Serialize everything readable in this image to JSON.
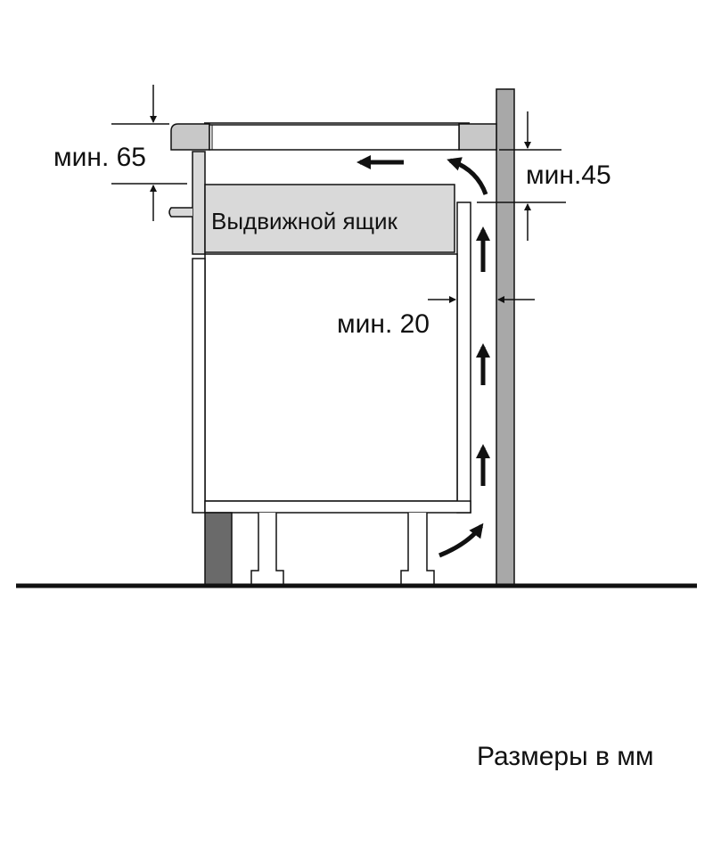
{
  "labels": {
    "drawer": "Выдвижной ящик",
    "min_top": "мин. 65",
    "min_rear": "мин.45",
    "min_gap": "мин. 20",
    "units_note": "Размеры в мм"
  },
  "colors": {
    "line": "#111111",
    "wall": "#a8a8a8",
    "plinth": "#6a6a6a",
    "panel": "#d9d9d9",
    "worktop_end": "#c8c8c8"
  }
}
